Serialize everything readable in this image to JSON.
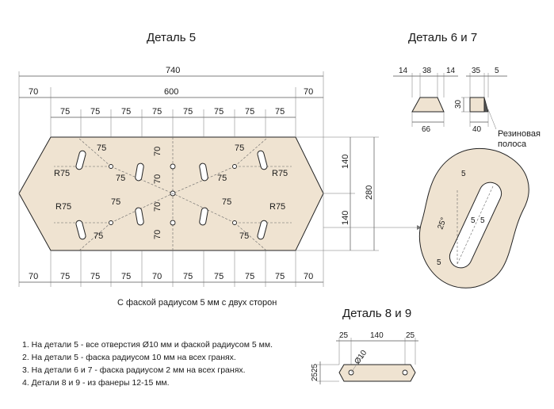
{
  "titles": {
    "part5": "Деталь 5",
    "part67": "Деталь 6 и 7",
    "part89": "Деталь 8 и 9"
  },
  "part5": {
    "overall_width": "740",
    "inner_width": "600",
    "edge": "70",
    "pitch": "75",
    "vertical_70": "70",
    "height_140": "140",
    "height_280": "280",
    "radius": "R75",
    "slot_offset": "75",
    "chamfer_note": "С фаской радиусом 5 мм с двух сторон"
  },
  "part67": {
    "left_a": "14",
    "left_b": "38",
    "left_c": "14",
    "right_a": "35",
    "right_b": "5",
    "height": "30",
    "bottom_left": "66",
    "bottom_right": "40",
    "rubber_label_1": "Резиновая",
    "rubber_label_2": "полоса"
  },
  "detail_view": {
    "r5": "5",
    "angle": "25°"
  },
  "part89": {
    "edge_left": "25",
    "span": "140",
    "edge_right": "25",
    "hole": "Ø10",
    "h1": "25",
    "h2": "25"
  },
  "notes": [
    "1. На детали 5 - все отверстия Ø10 мм и фаской радиусом 5 мм.",
    "2. На детали 5 - фаска радиусом 10 мм на всех гранях.",
    "3. На детали 6 и 7 - фаска радиусом 2 мм на всех гранях.",
    "4. Детали 8 и 9 - из фанеры 12-15 мм."
  ]
}
